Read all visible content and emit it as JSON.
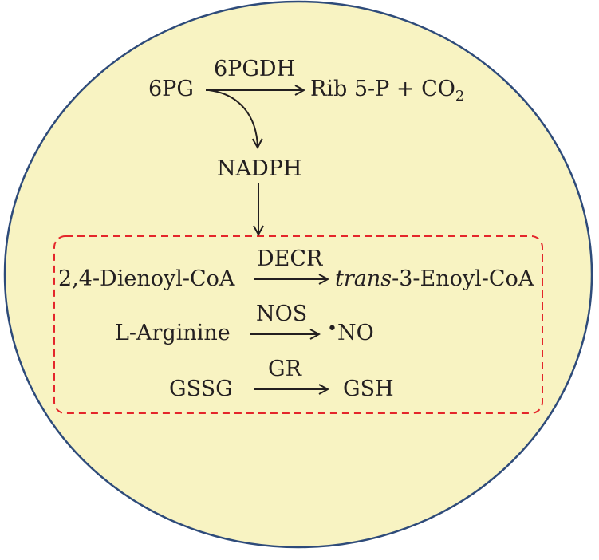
{
  "colors": {
    "cell_fill": "#f8f3c2",
    "cell_stroke": "#2e4b7a",
    "box_stroke": "#e4262b",
    "text": "#231f20"
  },
  "pathway": {
    "substrate": "6PG",
    "enzyme": "6PGDH",
    "product_main": "Rib 5-P + CO",
    "product_sub": "2",
    "cofactor": "NADPH"
  },
  "reactions": [
    {
      "substrate": "2,4-Dienoyl-CoA",
      "enzyme": "DECR",
      "product_italic": "trans",
      "product_rest": "-3-Enoyl-CoA"
    },
    {
      "substrate": "L-Arginine",
      "enzyme": "NOS",
      "product_radical": "•",
      "product_rest": "NO"
    },
    {
      "substrate": "GSSG",
      "enzyme": "GR",
      "product_rest": "GSH"
    }
  ]
}
